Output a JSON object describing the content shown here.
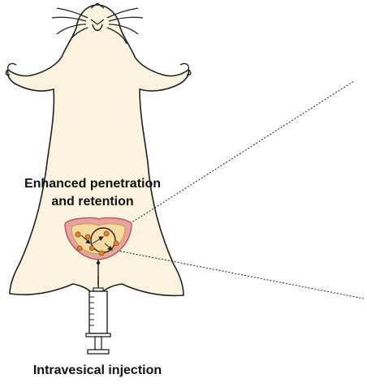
{
  "labels": {
    "penetration_line1": "Enhanced penetration",
    "penetration_line2": "and retention",
    "injection": "Intravesical injection"
  },
  "colors": {
    "body_fill": "#fbf3e0",
    "outline": "#222222",
    "bladder_outer": "#e8a3a0",
    "bladder_inner": "#f4d9a0",
    "particle": "#e0872e",
    "syringe": "#ffffff"
  },
  "icons": {
    "animal": "mouse-icon",
    "organ": "bladder-icon",
    "device": "syringe-icon"
  }
}
